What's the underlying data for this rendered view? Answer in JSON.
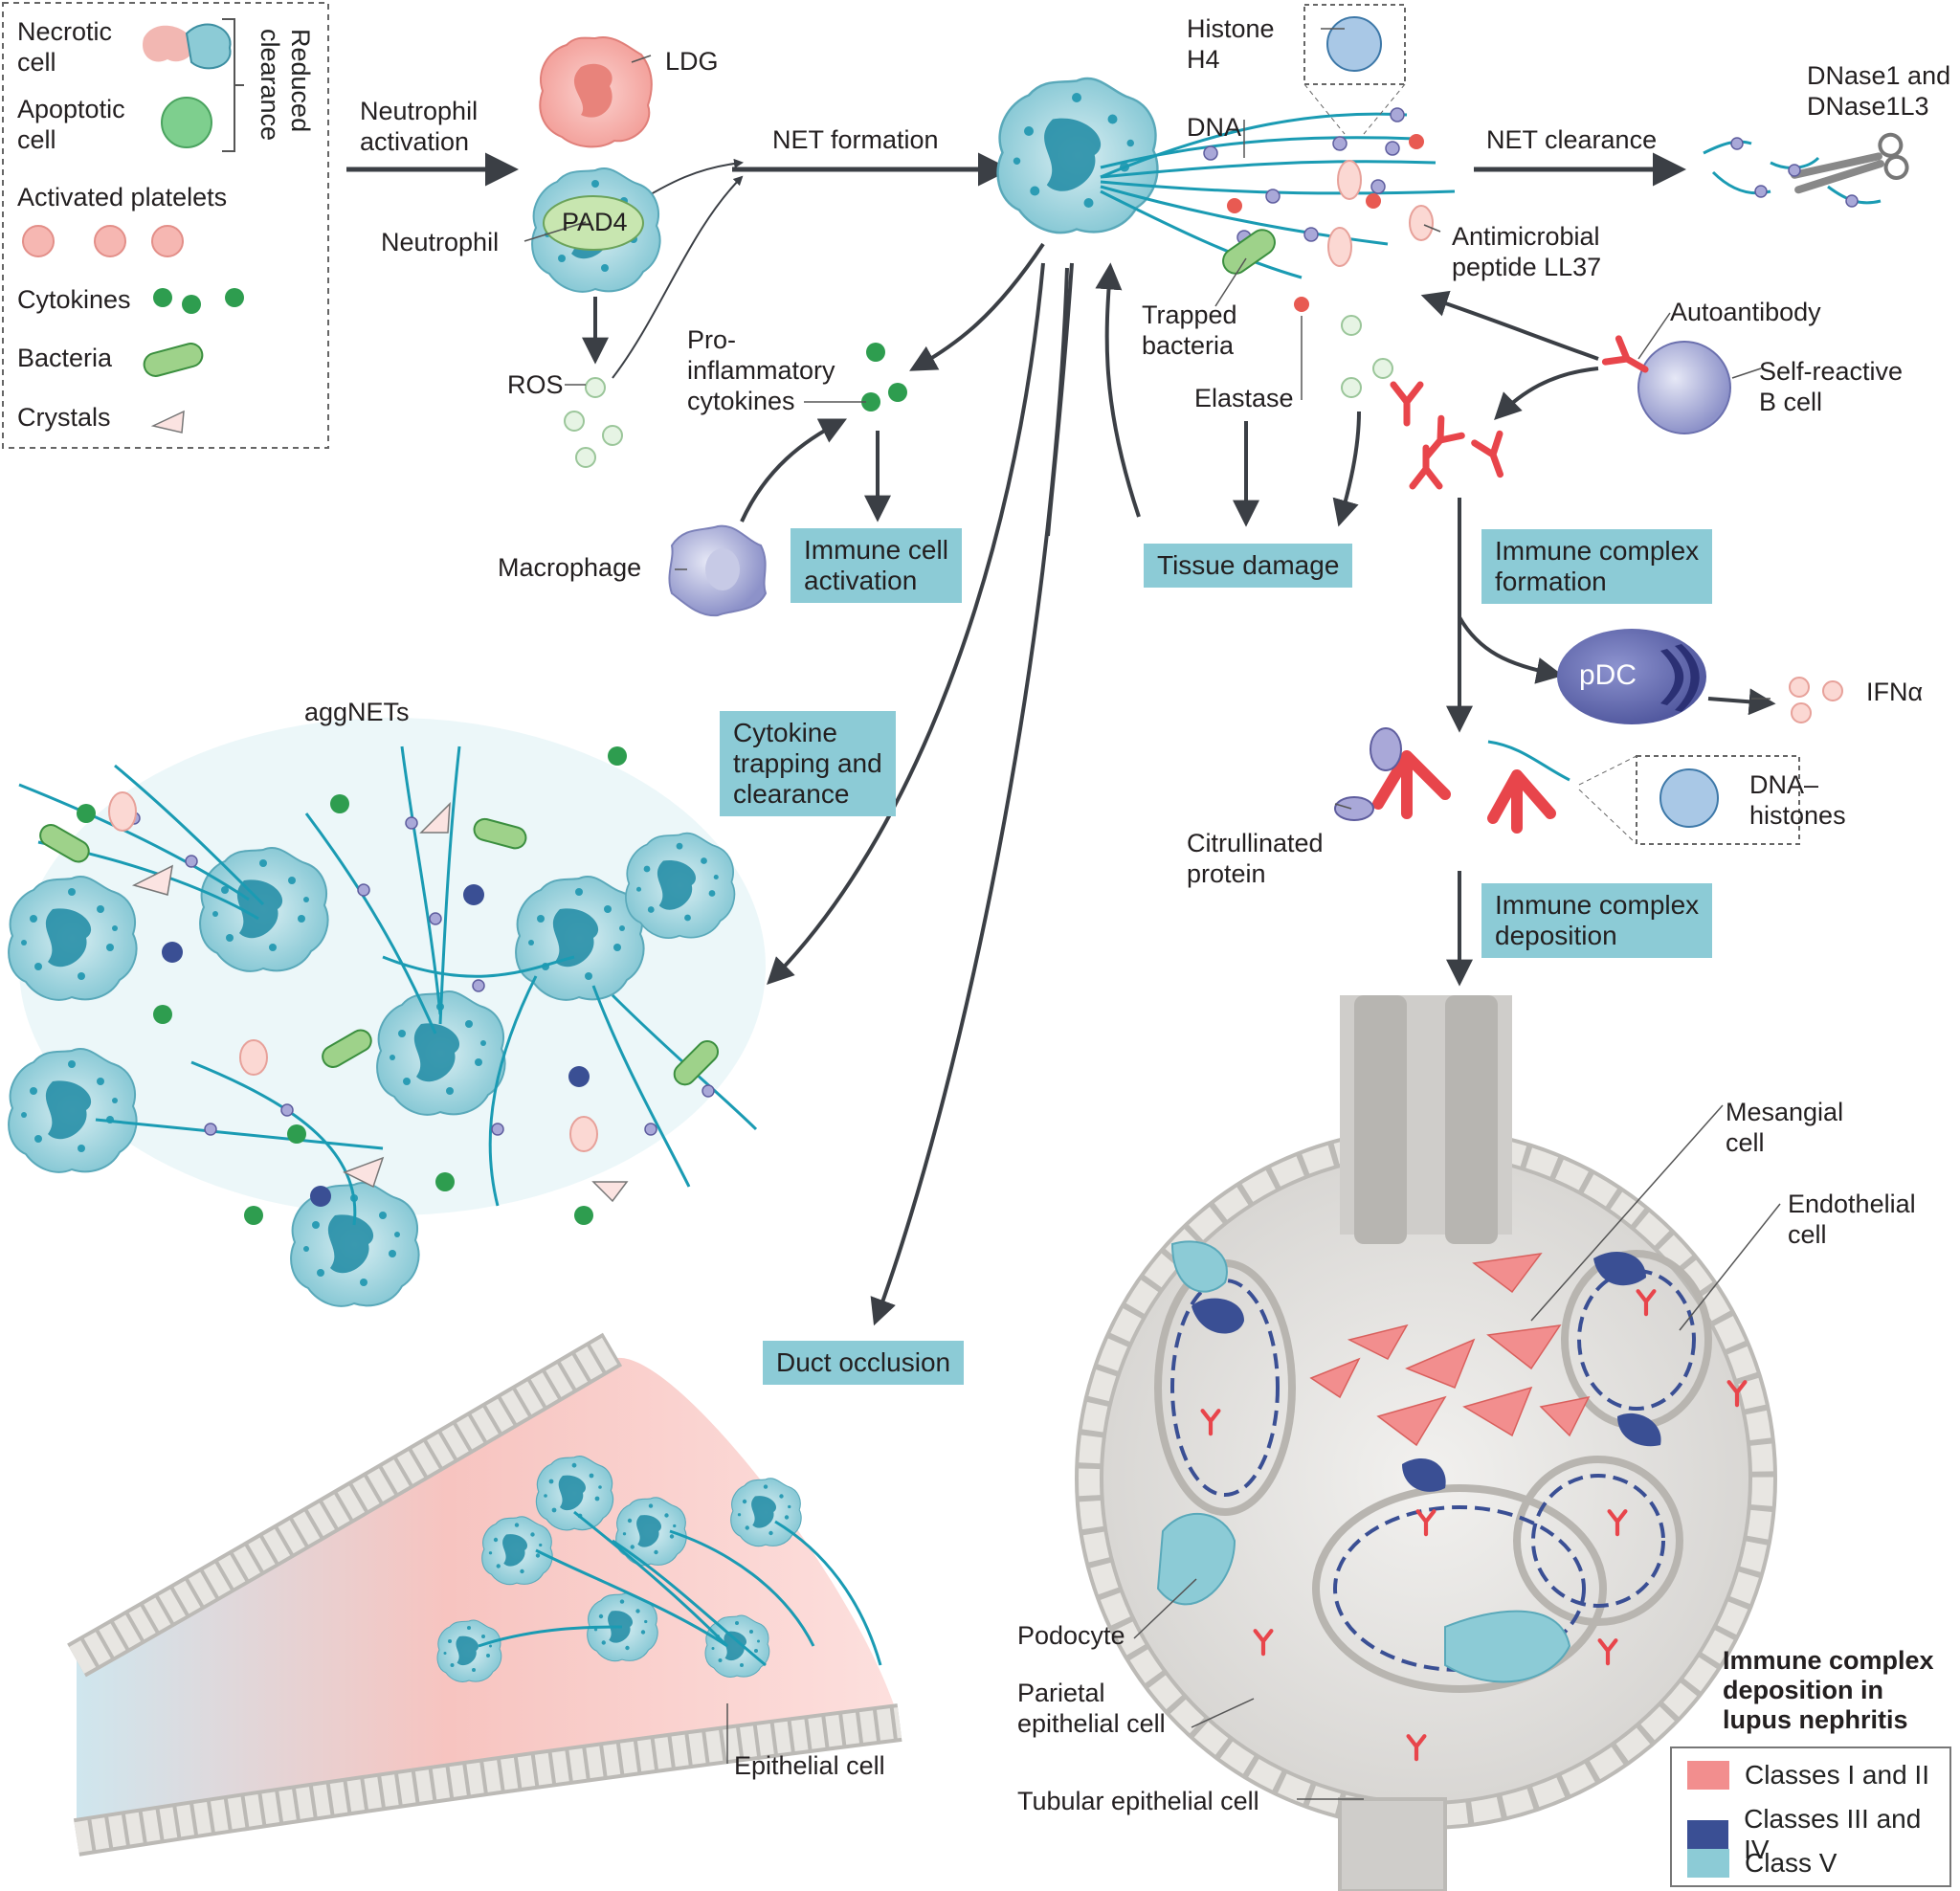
{
  "legend": {
    "necrotic": "Necrotic\ncell",
    "necrotic_l1": "Necrotic",
    "necrotic_l2": "cell",
    "apoptotic_l1": "Apoptotic",
    "apoptotic_l2": "cell",
    "reduced_clearance": "Reduced clearance",
    "reduced_l1": "Reduced",
    "reduced_l2": "clearance",
    "platelets": "Activated platelets",
    "cytokines": "Cytokines",
    "bacteria": "Bacteria",
    "crystals": "Crystals"
  },
  "labels": {
    "neutrophil_activation_l1": "Neutrophil",
    "neutrophil_activation_l2": "activation",
    "ldg": "LDG",
    "pad4": "PAD4",
    "neutrophil": "Neutrophil",
    "ros": "ROS",
    "net_formation": "NET formation",
    "histone_l1": "Histone",
    "histone_l2": "H4",
    "dna": "DNA",
    "net_clearance": "NET clearance",
    "dnase_l1": "DNase1 and",
    "dnase_l2": "DNase1L3",
    "amp_l1": "Antimicrobial",
    "amp_l2": "peptide LL37",
    "trapped_l1": "Trapped",
    "trapped_l2": "bacteria",
    "elastase": "Elastase",
    "proinf_l1": "Pro-",
    "proinf_l2": "inflammatory",
    "proinf_l3": "cytokines",
    "macrophage": "Macrophage",
    "autoantibody": "Autoantibody",
    "selfb_l1": "Self-reactive",
    "selfb_l2": "B cell",
    "pdc": "pDC",
    "ifna": "IFNα",
    "aggnets": "aggNETs",
    "citr_l1": "Citrullinated",
    "citr_l2": "protein",
    "dnahist_l1": "DNA–",
    "dnahist_l2": "histones",
    "mesangial_l1": "Mesangial",
    "mesangial_l2": "cell",
    "endothelial_l1": "Endothelial",
    "endothelial_l2": "cell",
    "podocyte": "Podocyte",
    "parietal_l1": "Parietal",
    "parietal_l2": "epithelial cell",
    "tubular": "Tubular epithelial cell",
    "epithelial": "Epithelial cell"
  },
  "boxes": {
    "immune_act_l1": "Immune cell",
    "immune_act_l2": "activation",
    "tissue_damage": "Tissue damage",
    "ic_form_l1": "Immune complex",
    "ic_form_l2": "formation",
    "cyto_trap_l1": "Cytokine",
    "cyto_trap_l2": "trapping and",
    "cyto_trap_l3": "clearance",
    "ic_dep_l1": "Immune complex",
    "ic_dep_l2": "deposition",
    "duct": "Duct occlusion"
  },
  "key": {
    "title_l1": "Immune complex",
    "title_l2": "deposition in",
    "title_l3": "lupus nephritis",
    "items": [
      {
        "label": "Classes I and II",
        "color": "#f28e8e"
      },
      {
        "label": "Classes III and IV",
        "color": "#3a4f94"
      },
      {
        "label": "Class V",
        "color": "#8ccbd6"
      }
    ]
  },
  "colors": {
    "neutrophil": "#8ccbd6",
    "net_strand": "#1a9bb3",
    "histone": "#a9a8d8",
    "antibody": "#e8454b",
    "cytokine": "#2e9d4f",
    "kidney": "#e4e3e0",
    "arrow": "#3b3f45"
  }
}
